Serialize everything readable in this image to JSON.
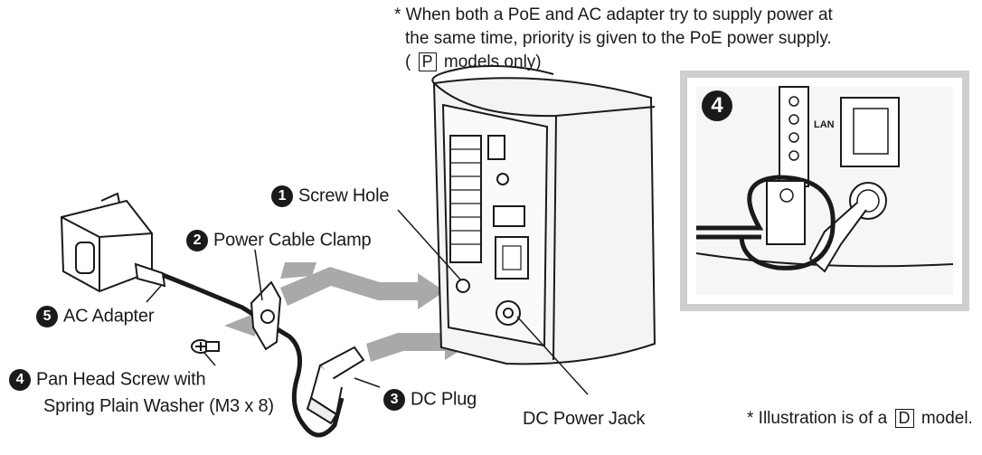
{
  "notes": {
    "poe_line1": "* When both a PoE and AC adapter try to supply power at",
    "poe_line2": "the same time, priority is given to the PoE power supply.",
    "poe_line3_prefix": "(",
    "poe_model_letter": "P",
    "poe_line3_suffix": "models only)",
    "illustration_prefix": "* Illustration is of a",
    "illustration_model_letter": "D",
    "illustration_suffix": "model."
  },
  "callouts": [
    {
      "num": "1",
      "label": "Screw Hole"
    },
    {
      "num": "2",
      "label": "Power Cable Clamp"
    },
    {
      "num": "3",
      "label": "DC Plug"
    },
    {
      "num": "4",
      "label_line1": "Pan Head Screw with",
      "label_line2": "Spring Plain Washer (M3 x 8)"
    },
    {
      "num": "5",
      "label": "AC Adapter"
    }
  ],
  "dc_power_jack": "DC Power Jack",
  "inset": {
    "num": "4",
    "lan_label": "LAN"
  },
  "colors": {
    "ink": "#1a1a1a",
    "arrow": "#a9a9a9",
    "device_fill": "#f4f4f4",
    "inset_border": "#cfcfcf"
  }
}
